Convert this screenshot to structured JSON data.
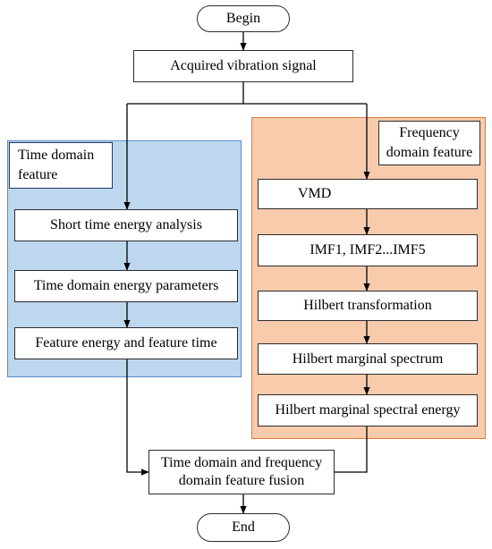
{
  "nodes": {
    "begin": "Begin",
    "acquired": "Acquired vibration signal",
    "short_time": "Short time energy analysis",
    "td_params": "Time domain energy parameters",
    "feature_energy": "Feature energy and feature time",
    "vmd": "VMD",
    "imf": "IMF1, IMF2...IMF5",
    "hilbert_transform": "Hilbert transformation",
    "hilbert_spectrum": "Hilbert marginal spectrum",
    "hilbert_energy": "Hilbert marginal spectral energy",
    "fusion_line1": "Time domain and frequency",
    "fusion_line2": "domain feature fusion",
    "end": "End"
  },
  "regions": {
    "time": {
      "label_line1": "Time domain",
      "label_line2": "feature",
      "color": "#bdd7ee"
    },
    "frequency": {
      "label_line1": "Frequency",
      "label_line2": "domain feature",
      "color": "#f8cbad"
    }
  }
}
